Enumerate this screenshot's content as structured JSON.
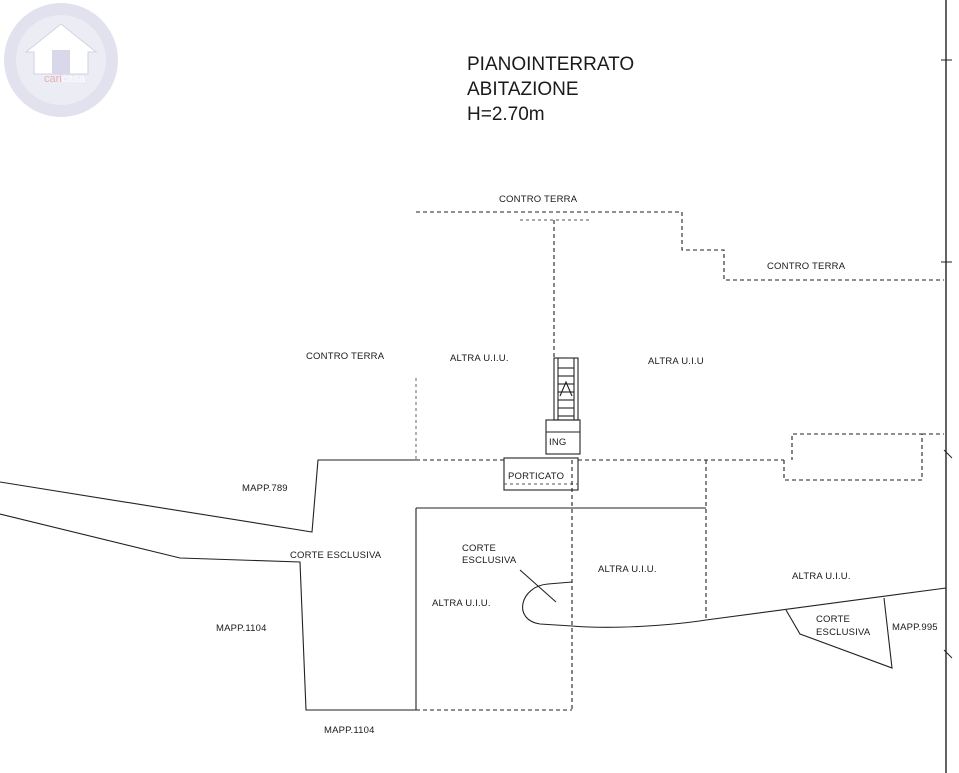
{
  "logo": {
    "name": "cari",
    "name_accent": "casa"
  },
  "header": {
    "line1": "PIANOINTERRATO",
    "line2": "ABITAZIONE",
    "line3": "H=2.70m"
  },
  "labels": {
    "contro_terra_top": "CONTRO TERRA",
    "contro_terra_right": "CONTRO TERRA",
    "contro_terra_left": "CONTRO TERRA",
    "altra_uiu_upper_left": "ALTRA U.I.U.",
    "altra_uiu_upper_right": "ALTRA U.I.U",
    "ing": "ING",
    "porticato": "PORTICATO",
    "mapp_789": "MAPP.789",
    "corte_esclusiva_left": "CORTE ESCLUSIVA",
    "corte_esclusiva_mid_1": "CORTE",
    "corte_esclusiva_mid_2": "ESCLUSIVA",
    "altra_uiu_center": "ALTRA U.I.U.",
    "altra_uiu_lower_left": "ALTRA U.I.U.",
    "altra_uiu_lower_right": "ALTRA U.I.U.",
    "corte_esclusiva_right_1": "CORTE",
    "corte_esclusiva_right_2": "ESCLUSIVA",
    "mapp_995": "MAPP.995",
    "mapp_1104_left": "MAPP.1104",
    "mapp_1104_bottom": "MAPP.1104"
  },
  "colors": {
    "logo_ring": "#d8d8ea",
    "logo_house": "#ffffff",
    "logo_accent": "#e0a8a8",
    "line": "#222222"
  }
}
